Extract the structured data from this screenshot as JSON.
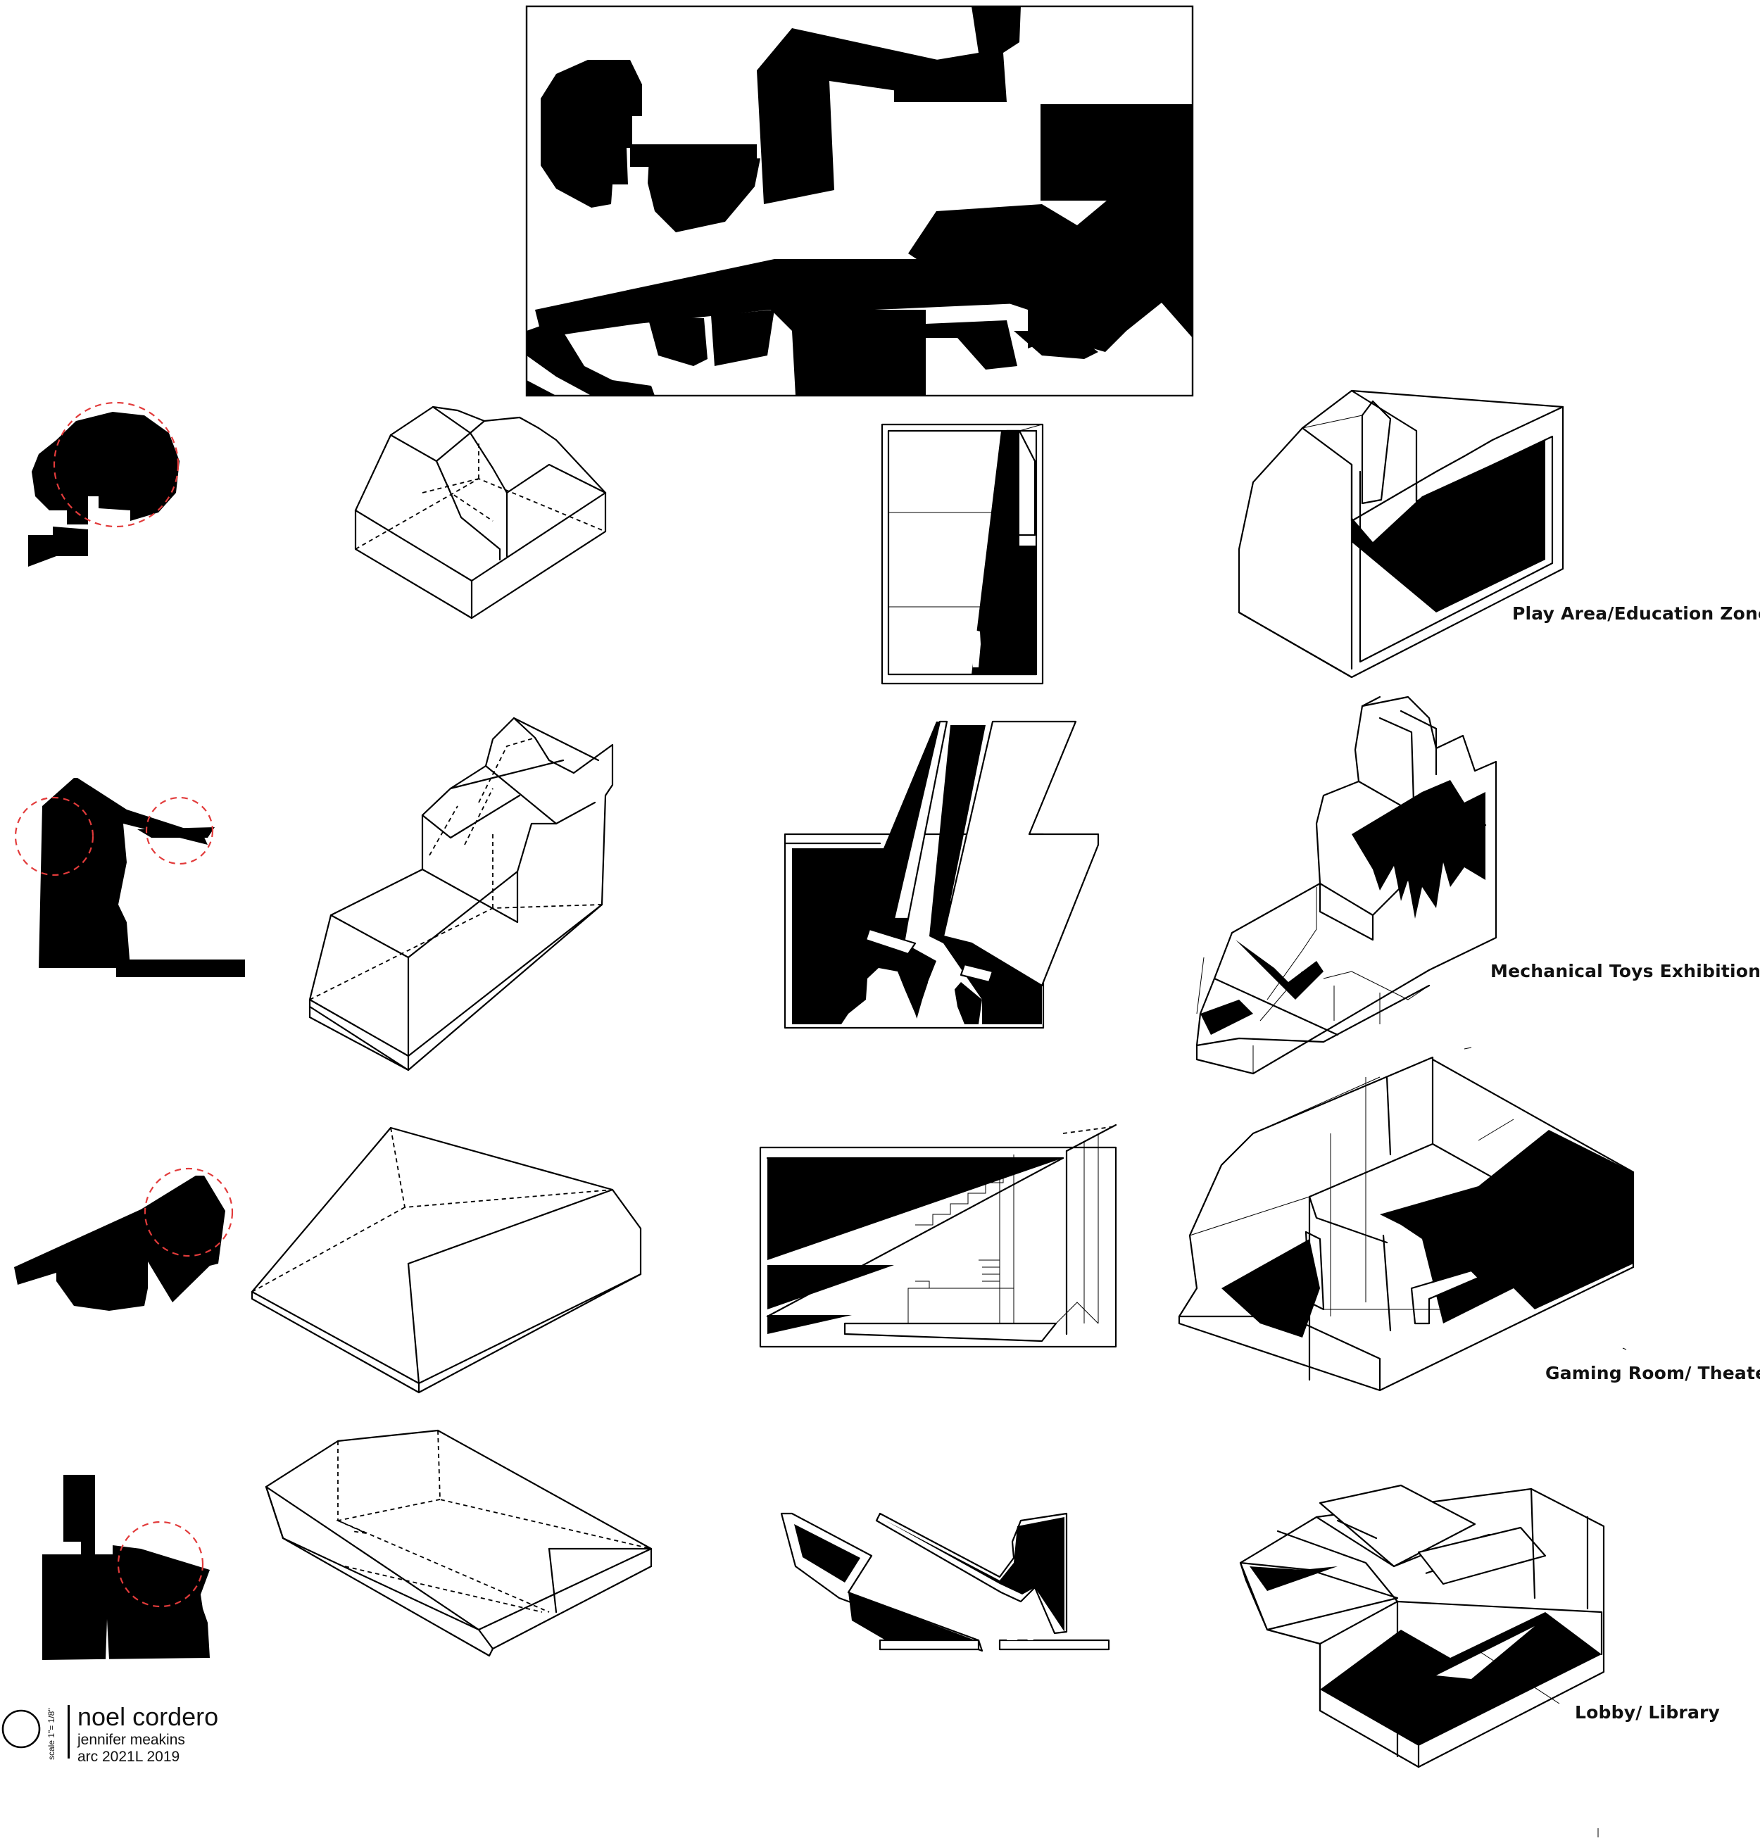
{
  "labels": {
    "zone_1": "Play Area/Education Zone",
    "zone_2": "Mechanical Toys Exhibition",
    "zone_3": "Gaming Room/ Theater",
    "zone_4": "Lobby/ Library"
  },
  "credits": {
    "author": "noel cordero",
    "instructor": "jennifer meakins",
    "course": "arc 2021L 2019",
    "scale": "scale 1\"= 1/8\""
  },
  "colors": {
    "ink": "#000000",
    "paper": "#ffffff",
    "highlight_circle": "#e23b3b"
  }
}
